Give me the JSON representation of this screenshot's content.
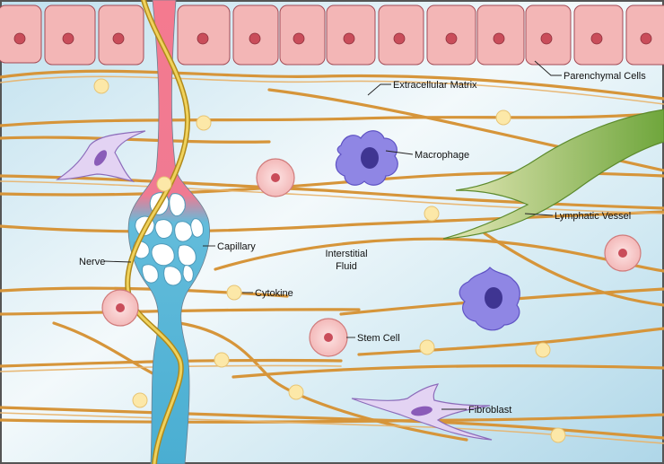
{
  "diagram": {
    "labels": {
      "parenchymal_cells": "Parenchymal Cells",
      "extracellular_matrix": "Extracellular Matrix",
      "macrophage": "Macrophage",
      "lymphatic_vessel": "Lymphatic Vessel",
      "capillary": "Capillary",
      "nerve": "Nerve",
      "interstitial_fluid_line1": "Interstitial",
      "interstitial_fluid_line2": "Fluid",
      "cytokine": "Cytokine",
      "stem_cell": "Stem Cell",
      "fibroblast": "Fibroblast"
    },
    "colors": {
      "background_top": "#b9dcea",
      "background_mid": "#eef6f9",
      "fiber": "#d99a3e",
      "parenchymal_cell": "#f2b7b7",
      "cell_nucleus": "#c94d5a",
      "capillary_arterial": "#f27a8f",
      "capillary_venous": "#5bb7d6",
      "nerve": "#d7b23c",
      "macrophage": "#7b6fd6",
      "lymphatic_vessel": "#8fba57",
      "cytokine": "#fbe7a6",
      "fibroblast": "#d7c4ec"
    }
  }
}
